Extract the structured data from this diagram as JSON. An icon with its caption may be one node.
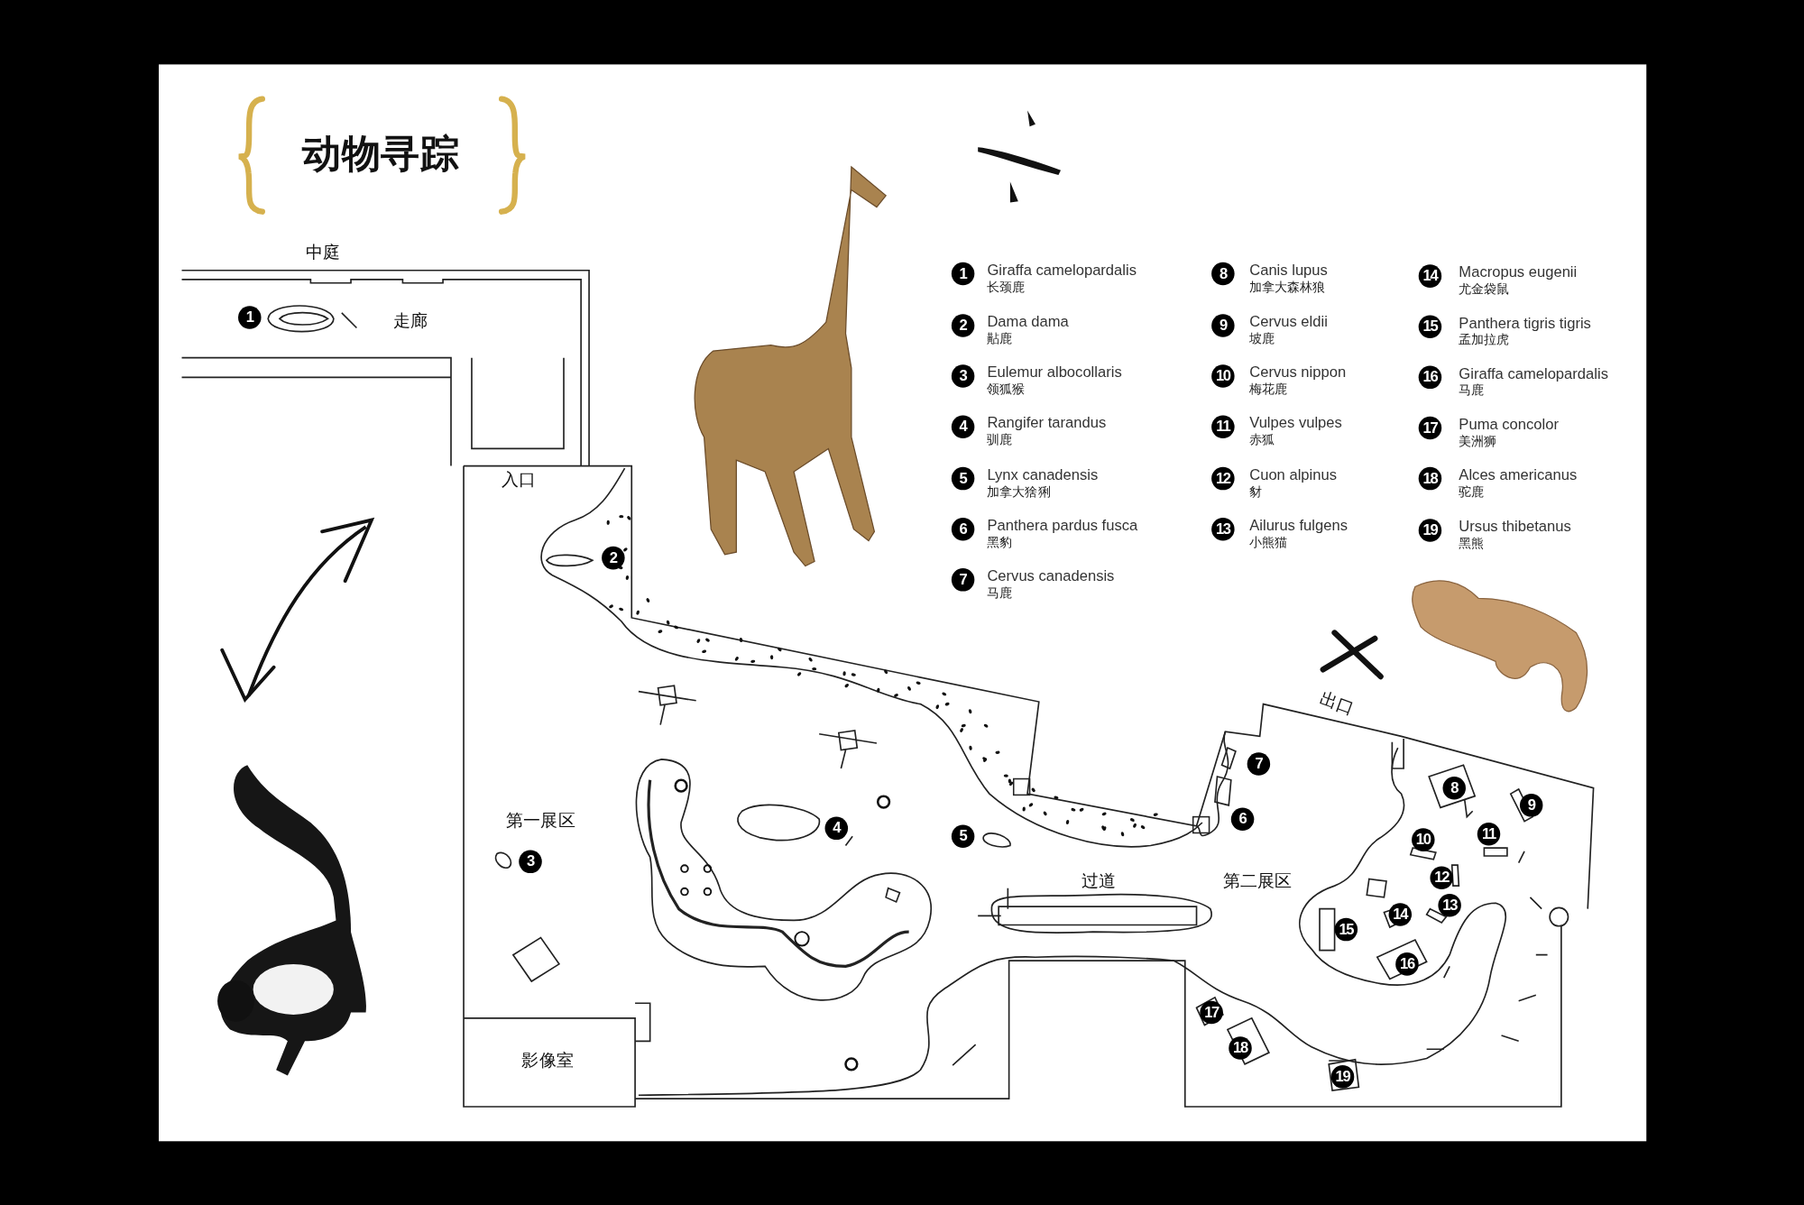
{
  "diagram": {
    "title": "动物寻踪",
    "labels": [
      "中庭",
      "走廊",
      "入口",
      "第一展区",
      "过道",
      "第二展区",
      "出口",
      "影像室",
      "1",
      "2",
      "3",
      "4",
      "5",
      "6",
      "7",
      "8",
      "9",
      "10",
      "11",
      "12",
      "13",
      "14",
      "15",
      "16",
      "17",
      "18",
      "19",
      "1",
      "Giraffa camelopardalis",
      "长颈鹿",
      "2",
      "Dama dama",
      "黇鹿",
      "3",
      "Eulemur albocollaris",
      "领狐猴",
      "4",
      "Rangifer tarandus",
      "驯鹿",
      "5",
      "Lynx canadensis",
      "加拿大猞猁",
      "6",
      "Panthera pardus fusca",
      "黑豹",
      "7",
      "Cervus canadensis",
      "马鹿",
      "8",
      "Canis lupus",
      "加拿大森林狼",
      "9",
      "Cervus eldii",
      "坡鹿",
      "10",
      "Cervus nippon",
      "梅花鹿",
      "11",
      "Vulpes vulpes",
      "赤狐",
      "12",
      "Cuon alpinus",
      "豺",
      "13",
      "Ailurus fulgens",
      "小熊猫",
      "14",
      "Macropus eugenii",
      "尤金袋鼠",
      "15",
      "Panthera tigris tigris",
      "孟加拉虎",
      "16",
      "Giraffa camelopardalis",
      "马鹿",
      "17",
      "Puma concolor",
      "美洲狮",
      "18",
      "Alces americanus",
      "驼鹿",
      "19",
      "Ursus thibetanus",
      "黑熊"
    ]
  }
}
